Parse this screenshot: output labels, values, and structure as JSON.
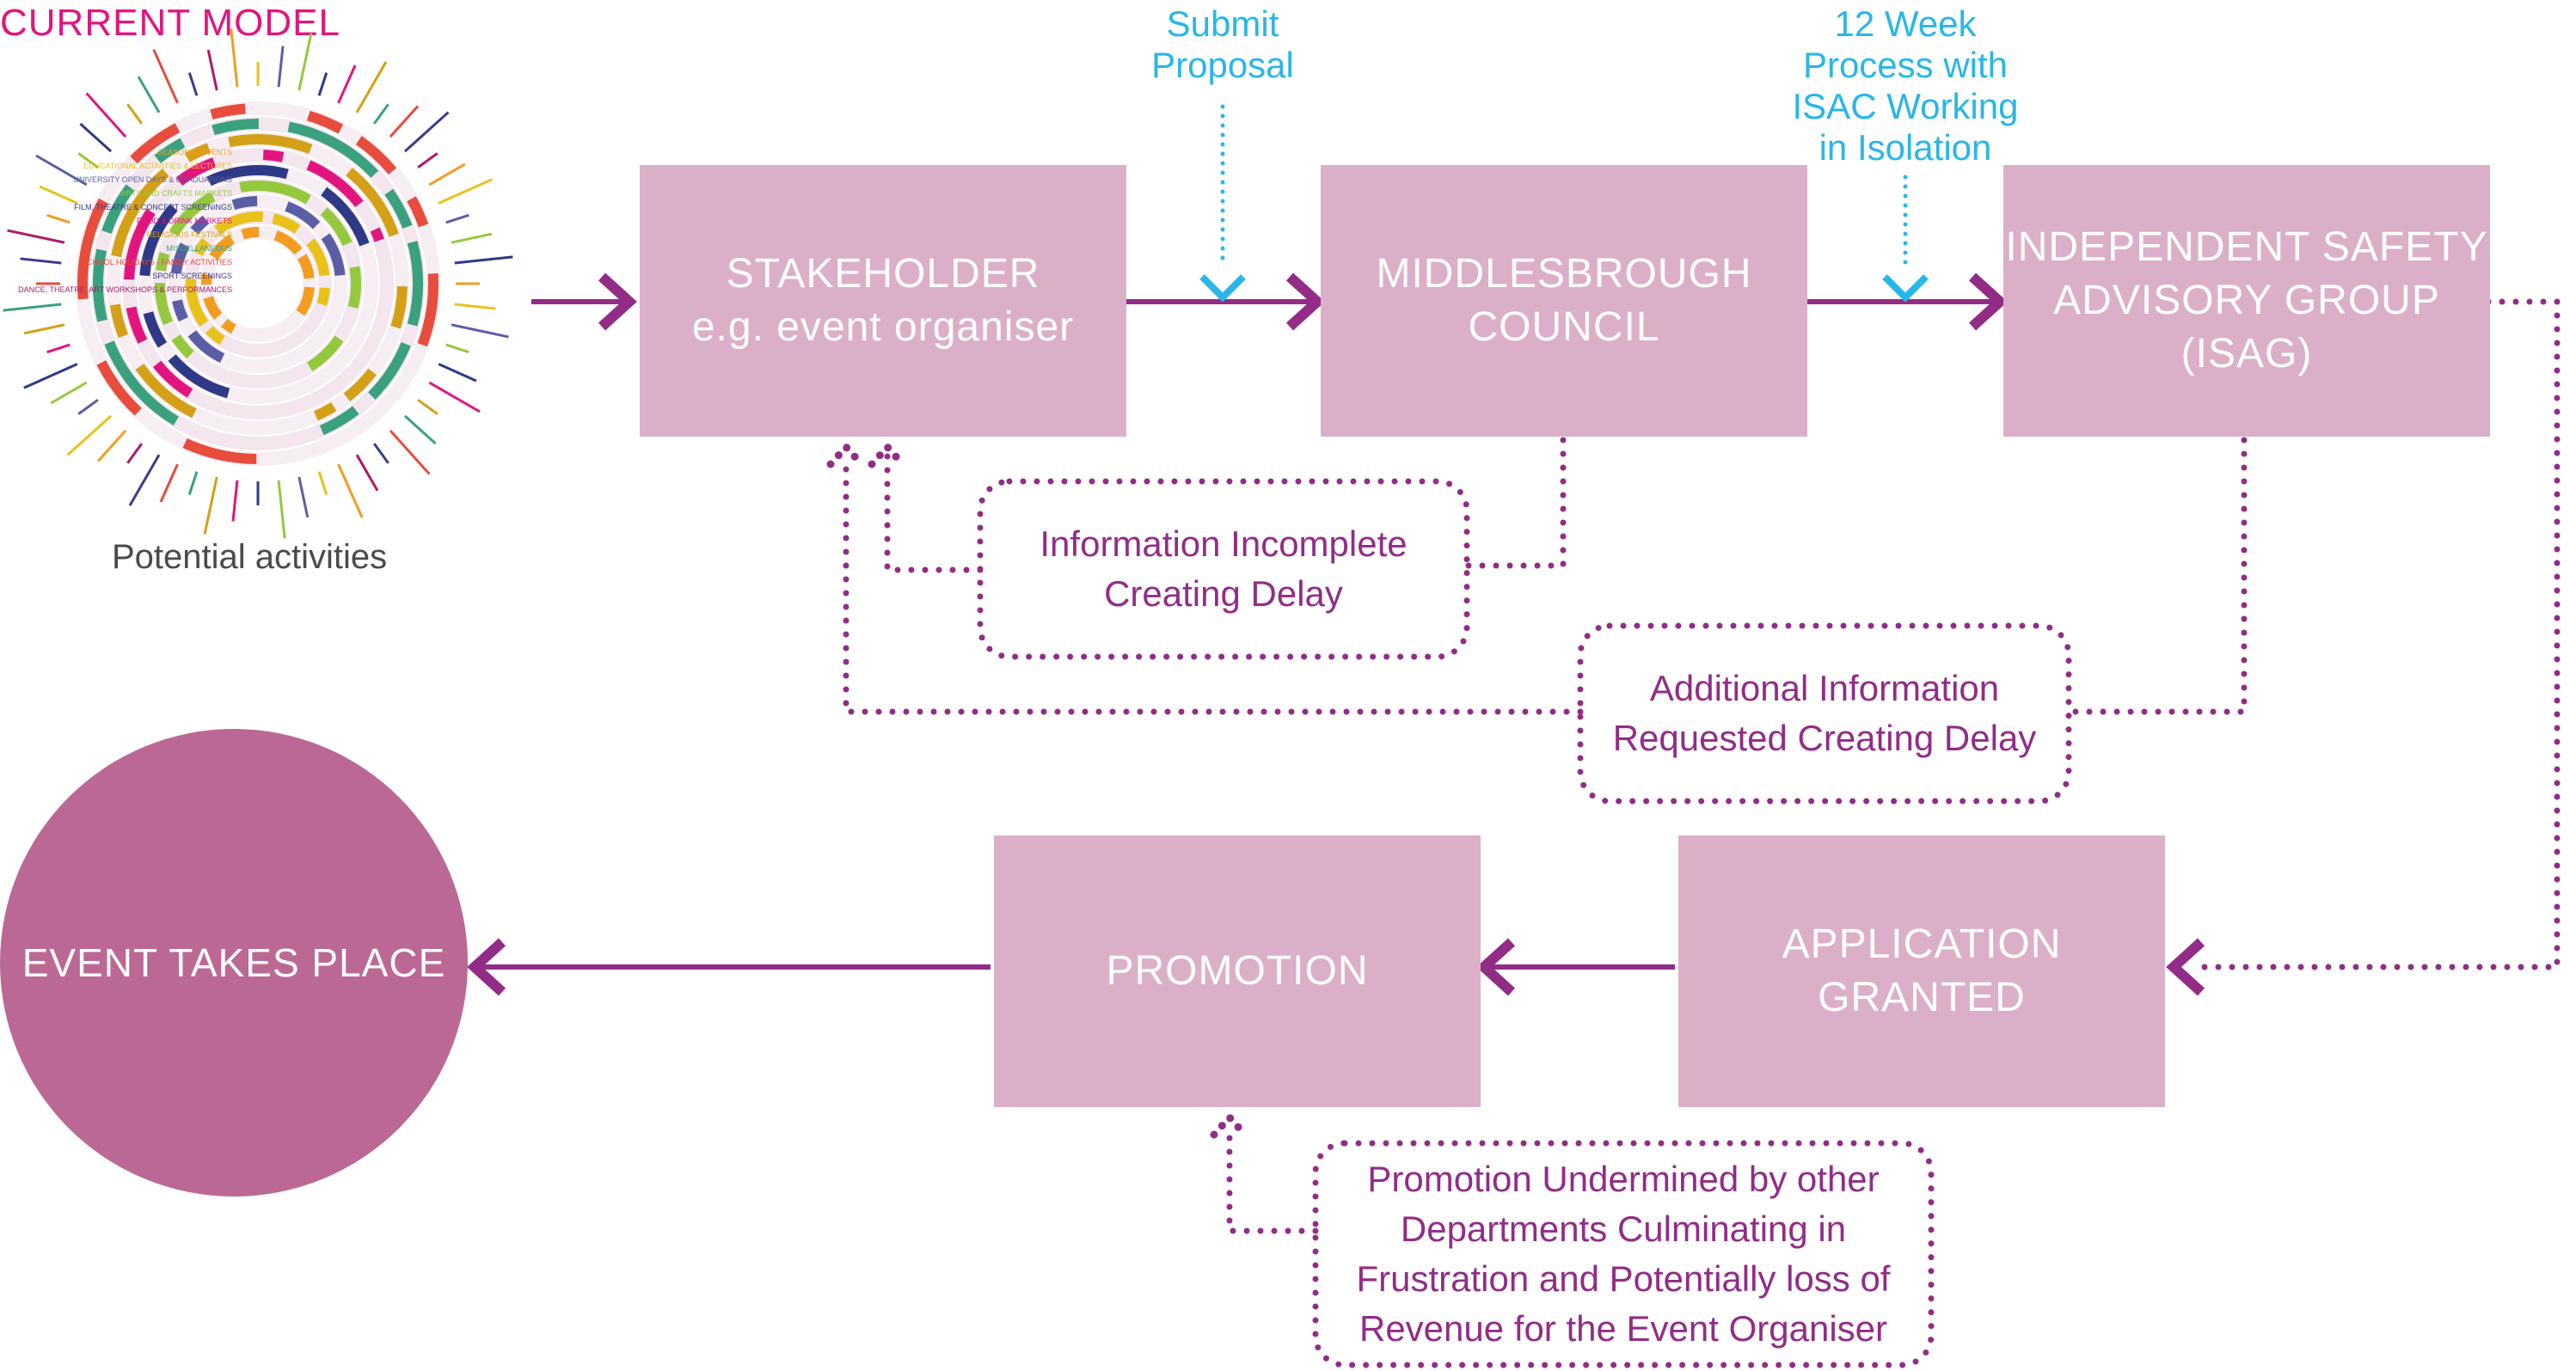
{
  "title": "CURRENT MODEL",
  "potential_activities": {
    "caption": "Potential activities",
    "categories": [
      {
        "label": "SEASONAL EVENTS",
        "color": "#f39c20"
      },
      {
        "label": "EDUCATIONAL ACTIVITIES & LECTURES",
        "color": "#e8c21a"
      },
      {
        "label": "UNIVERSITY OPEN DAYS & GRADUATIONS",
        "color": "#5b5ea6"
      },
      {
        "label": "ARTS AND CRAFTS MARKETS",
        "color": "#94c83d"
      },
      {
        "label": "FILM, THEATRE & CONCERT SCREENINGS",
        "color": "#2e3a87"
      },
      {
        "label": "FOOD & DRINK MARKETS",
        "color": "#e2157f"
      },
      {
        "label": "RELIGIOUS FESTIVALS",
        "color": "#d4a017"
      },
      {
        "label": "MISCELLANEOUS",
        "color": "#3aa17e"
      },
      {
        "label": "SCHOOL HOLIDAYS - FAMILY ACTIVITIES",
        "color": "#e74c3c"
      },
      {
        "label": "SPORT SCREENINGS",
        "color": "#3c3c8c"
      },
      {
        "label": "DANCE, THEATRE, ART WORKSHOPS & PERFORMANCES",
        "color": "#b0176a"
      }
    ]
  },
  "nodes": {
    "stakeholder": {
      "line1": "STAKEHOLDER",
      "line2": "e.g. event organiser"
    },
    "council": {
      "line1": "MIDDLESBROUGH",
      "line2": "COUNCIL"
    },
    "isag": {
      "line1": "INDEPENDENT SAFETY",
      "line2": "ADVISORY GROUP",
      "line3": "(ISAG)"
    },
    "granted": {
      "line1": "APPLICATION",
      "line2": "GRANTED"
    },
    "promotion": {
      "label": "PROMOTION"
    },
    "event": {
      "label": "EVENT TAKES PLACE"
    }
  },
  "annotations": {
    "submit": [
      "Submit",
      "Proposal"
    ],
    "twelve_week": [
      "12 Week",
      "Process with",
      "ISAC Working",
      "in Isolation"
    ]
  },
  "notes": {
    "incomplete": [
      "Information Incomplete",
      "Creating Delay"
    ],
    "additional": [
      "Additional Information",
      "Requested Creating Delay"
    ],
    "undermined": [
      "Promotion Undermined by other",
      "Departments Culminating in",
      "Frustration and Potentially loss of",
      "Revenue for the Event Organiser"
    ]
  },
  "colors": {
    "box_fill": "#dcafc9",
    "circle_fill": "#bc6894",
    "arrow": "#922c87",
    "annotation": "#29b6e9",
    "title": "#e2157f"
  }
}
